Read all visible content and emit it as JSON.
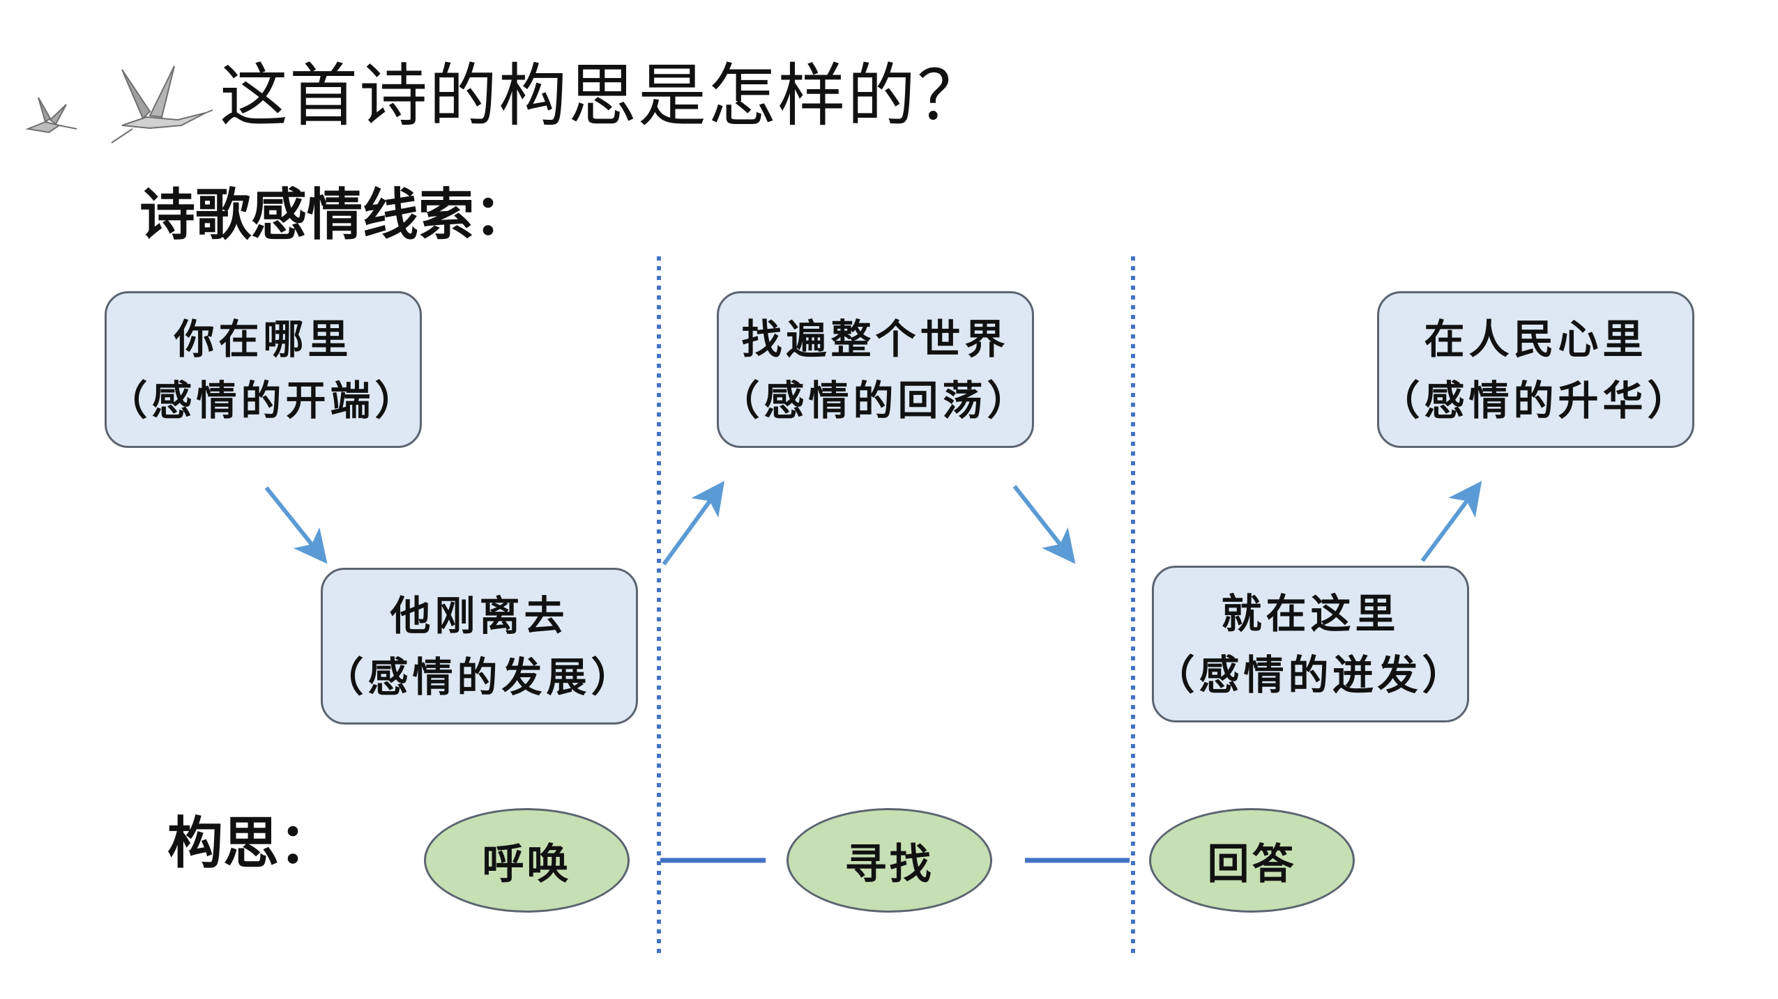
{
  "title": "这首诗的构思是怎样的？",
  "subtitle": "诗歌感情线索：",
  "concept_label": "构思：",
  "stages": [
    {
      "line1": "你在哪里",
      "line2": "（感情的开端）"
    },
    {
      "line1": "他刚离去",
      "line2": "（感情的发展）"
    },
    {
      "line1": "找遍整个世界",
      "line2": "（感情的回荡）"
    },
    {
      "line1": "就在这里",
      "line2": "（感情的迸发）"
    },
    {
      "line1": "在人民心里",
      "line2": "（感情的升华）"
    }
  ],
  "concepts": [
    "呼唤",
    "寻找",
    "回答"
  ],
  "colors": {
    "stage_fill": "#dde8f4",
    "oval_fill": "#c6dfb3",
    "border": "#5b6470",
    "arrow": "#5b9bd5",
    "connector": "#4472c4",
    "divider": "#4472c4"
  }
}
